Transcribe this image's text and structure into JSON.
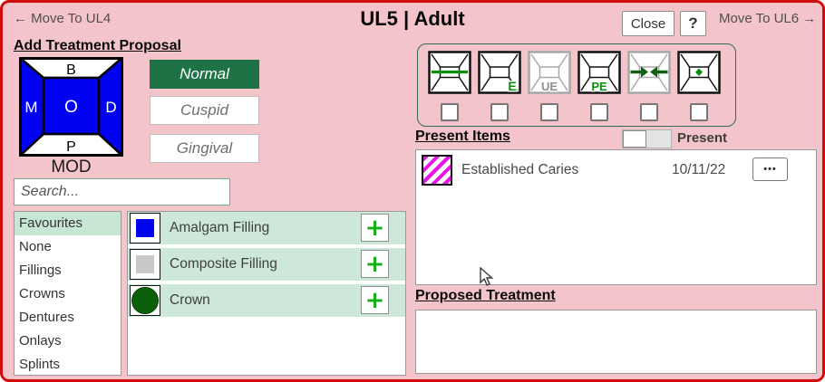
{
  "window": {
    "nav_prev": "← Move To UL4",
    "title": "UL5 | Adult",
    "close": "Close",
    "help": "?",
    "nav_next": "Move To UL6 →"
  },
  "proposal": {
    "heading": "Add Treatment Proposal",
    "tooth": {
      "top": "B",
      "left": "M",
      "center": "O",
      "right": "D",
      "bottom": "P",
      "caption": "MOD"
    },
    "modes": {
      "normal": "Normal",
      "cuspid": "Cuspid",
      "gingival": "Gingival"
    },
    "search_placeholder": "Search...",
    "categories": [
      "Favourites",
      "None",
      "Fillings",
      "Crowns",
      "Dentures",
      "Onlays",
      "Splints"
    ],
    "selected_category": "Favourites",
    "treatments": [
      {
        "label": "Amalgam Filling",
        "icon": "blue-square-swatch",
        "add": "+"
      },
      {
        "label": "Composite Filling",
        "icon": "gray-square-swatch",
        "add": "+"
      },
      {
        "label": "Crown",
        "icon": "green-circle-swatch",
        "add": "+"
      }
    ]
  },
  "tooth_states": {
    "icons": [
      "extracted-tooth-icon",
      "erupted-tooth-icon",
      "unerupted-tooth-icon",
      "partially-erupted-tooth-icon",
      "close-gap-tooth-icon",
      "watch-tooth-icon"
    ],
    "labels": {
      "erupted": "E",
      "unerupted": "UE",
      "partially_erupted": "PE"
    }
  },
  "present": {
    "heading": "Present Items",
    "toggle_label": "Present",
    "items": [
      {
        "label": "Established Caries",
        "date": "10/11/22",
        "menu": "•••"
      }
    ]
  },
  "proposed": {
    "heading": "Proposed Treatment"
  },
  "colors": {
    "background": "#f3c5ca",
    "frame_border": "#d10b0b",
    "accent_green_dark": "#1e7346",
    "row_green": "#cde8d8",
    "selection_blue": "#0202f2",
    "plus_green": "#17b117",
    "state_green": "#0a8f0a",
    "caries_magenta": "#ea13ea"
  }
}
